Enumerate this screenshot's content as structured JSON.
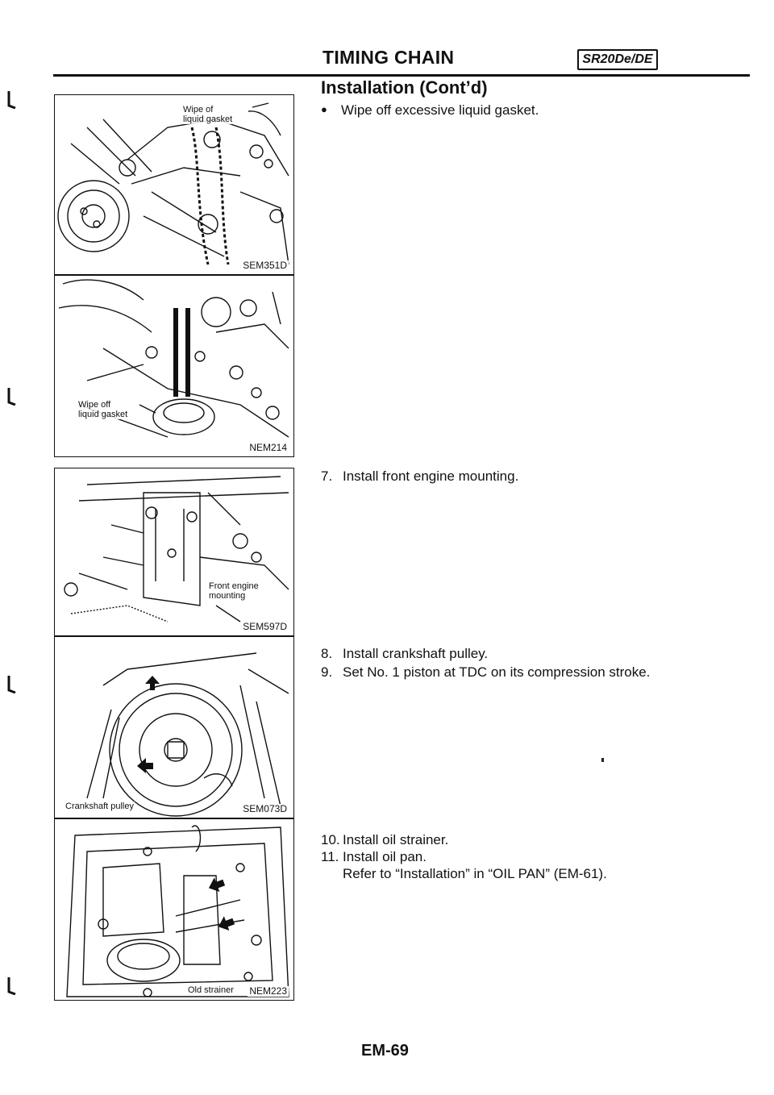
{
  "header": {
    "title": "TIMING CHAIN",
    "model": "SR20De/DE"
  },
  "section_title": "Installation (Cont’d)",
  "instructions": {
    "wipe": {
      "bullet": "●",
      "text": "Wipe off excessive liquid gasket."
    },
    "step7": {
      "num": "7.",
      "text": "Install front engine mounting."
    },
    "step8": {
      "num": "8.",
      "text": "Install crankshaft pulley."
    },
    "step9": {
      "num": "9.",
      "text": "Set No. 1 piston at TDC on its compression stroke."
    },
    "step10": {
      "num": "10.",
      "text": "Install oil strainer."
    },
    "step11": {
      "num": "11.",
      "text": "Install oil pan."
    },
    "step11_ref": "Refer to “Installation” in “OIL PAN” (EM-61)."
  },
  "figures": [
    {
      "code": "SEM351D",
      "callout_line1": "Wipe of",
      "callout_line2": "liquid gasket"
    },
    {
      "code": "NEM214",
      "callout_line1": "Wipe off",
      "callout_line2": "liquid gasket"
    },
    {
      "code": "SEM597D",
      "callout_line1": "Front engine",
      "callout_line2": "mounting"
    },
    {
      "code": "SEM073D",
      "callout_line1": "Crankshaft pulley"
    },
    {
      "code": "NEM223",
      "callout_line1": "Old strainer"
    }
  ],
  "footer": {
    "page_number": "EM-69"
  }
}
